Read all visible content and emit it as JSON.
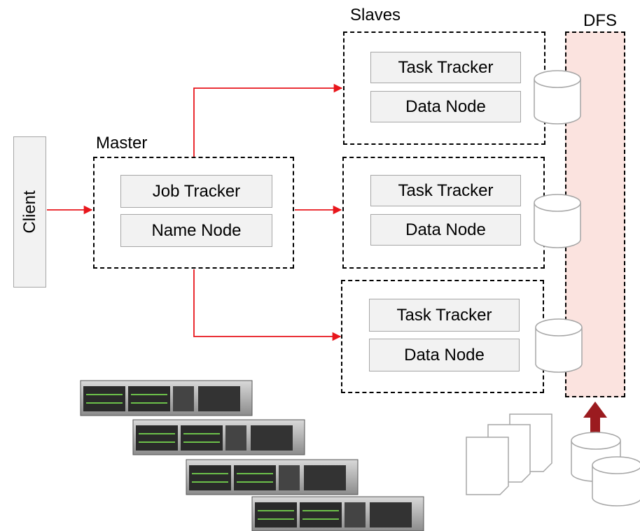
{
  "client": {
    "label": "Client"
  },
  "master": {
    "title": "Master",
    "boxes": [
      "Job Tracker",
      "Name Node"
    ]
  },
  "slaves": {
    "title": "Slaves",
    "nodes": [
      {
        "task": "Task Tracker",
        "data": "Data Node"
      },
      {
        "task": "Task Tracker",
        "data": "Data Node"
      },
      {
        "task": "Task Tracker",
        "data": "Data Node"
      }
    ]
  },
  "dfs": {
    "title": "DFS"
  },
  "colors": {
    "arrow": "#e8161c",
    "dfs_fill": "#fbe3df",
    "upload_arrow": "#9b1b1f",
    "box_fill": "#f2f2f2"
  },
  "icons": [
    "database-icon",
    "document-stack-icon",
    "server-rack-icon"
  ]
}
